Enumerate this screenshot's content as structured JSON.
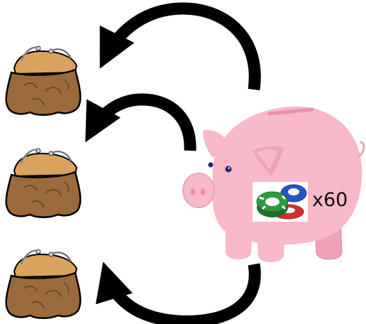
{
  "chip_count_label": "x60",
  "colors": {
    "pig_body": "#f7b8c8",
    "pig_shade": "#eea2b6",
    "pig_slot": "#e890a6",
    "purse_leather": "#9a6a3c",
    "purse_dark": "#6b4422",
    "purse_lining": "#d9a35e",
    "purse_clasp": "#b8b8b8",
    "arrow": "#000000",
    "chip_green": "#2f9a3c",
    "chip_red": "#d23030",
    "chip_blue": "#2a52c8"
  },
  "icons": {
    "pig": "piggy-bank",
    "purse": "coin-purse",
    "arrow": "curved-arrow",
    "chips": "poker-chips"
  }
}
